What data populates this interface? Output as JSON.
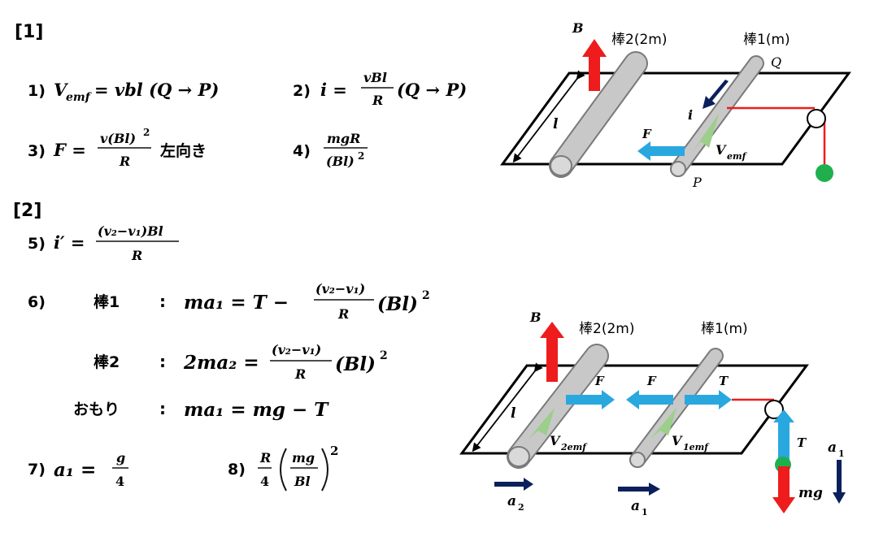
{
  "section1": {
    "header": "[1]",
    "q1_num": "1)",
    "q1_lhs": "V",
    "q1_sub": "emf",
    "q1_rhs": "= vbl (Q → P)",
    "q2_num": "2)",
    "q2_lhs": "i =",
    "q2_num_frac": "vBl",
    "q2_den": "R",
    "q2_tail": "(Q → P)",
    "q3_num": "3)",
    "q3_lhs": "F =",
    "q3_frac_top": "v(Bl)",
    "q3_frac_exp": "2",
    "q3_den": "R",
    "q3_tail": "左向き",
    "q4_num": "4)",
    "q4_top": "mgR",
    "q4_bottom": "(Bl)",
    "q4_exp": "2"
  },
  "section2": {
    "header": "[2]",
    "q5_num": "5)",
    "q5_lhs": "i′ =",
    "q5_top": "(v₂−v₁)Bl",
    "q5_den": "R",
    "q6_num": "6)",
    "q6_r1_label": "棒1",
    "q6_r1_colon": ":",
    "q6_r1_lhs": "ma₁ =  T −",
    "q6_r1_top": "(v₂−v₁)",
    "q6_r1_den": "R",
    "q6_r1_tail": "(Bl)",
    "q6_r1_exp": "2",
    "q6_r2_label": "棒2",
    "q6_r2_colon": ":",
    "q6_r2_lhs": "2ma₂ =",
    "q6_r2_top": "(v₂−v₁)",
    "q6_r2_den": "R",
    "q6_r2_tail": "(Bl)",
    "q6_r2_exp": "2",
    "q6_r3_label": "おもり",
    "q6_r3_colon": ":",
    "q6_r3_eq": "ma₁ = mg − T",
    "q7_num": "7)",
    "q7_lhs": "a₁ =",
    "q7_top": "g",
    "q7_den": "4",
    "q8_num": "8)",
    "q8_coef_top": "R",
    "q8_coef_den": "4",
    "q8_top": "mg",
    "q8_den": "Bl",
    "q8_exp": "2"
  },
  "diagram_top": {
    "B": "B",
    "rod2": "棒2(2m)",
    "rod1": "棒1(m)",
    "Q": "Q",
    "P": "P",
    "l": "l",
    "i": "i",
    "F": "F",
    "V": "V",
    "V_sub": "emf"
  },
  "diagram_bottom": {
    "B": "B",
    "rod2": "棒2(2m)",
    "rod1": "棒1(m)",
    "l": "l",
    "F1": "F",
    "F2": "F",
    "T1": "T",
    "T2": "T",
    "V2": "V",
    "V2_sub": "2emf",
    "V1": "V",
    "V1_sub": "1emf",
    "mg": "mg",
    "a1_right": "a",
    "a1_right_sub": "1",
    "a2": "a",
    "a2_sub": "2",
    "a1": "a",
    "a1_sub": "1"
  },
  "colors": {
    "red": "#ee1c1c",
    "blue": "#29a8e0",
    "navy": "#0b1f5c",
    "green": "#1fb04d",
    "rod": "#c8c8c8",
    "leaf": "#9bcf8a"
  }
}
